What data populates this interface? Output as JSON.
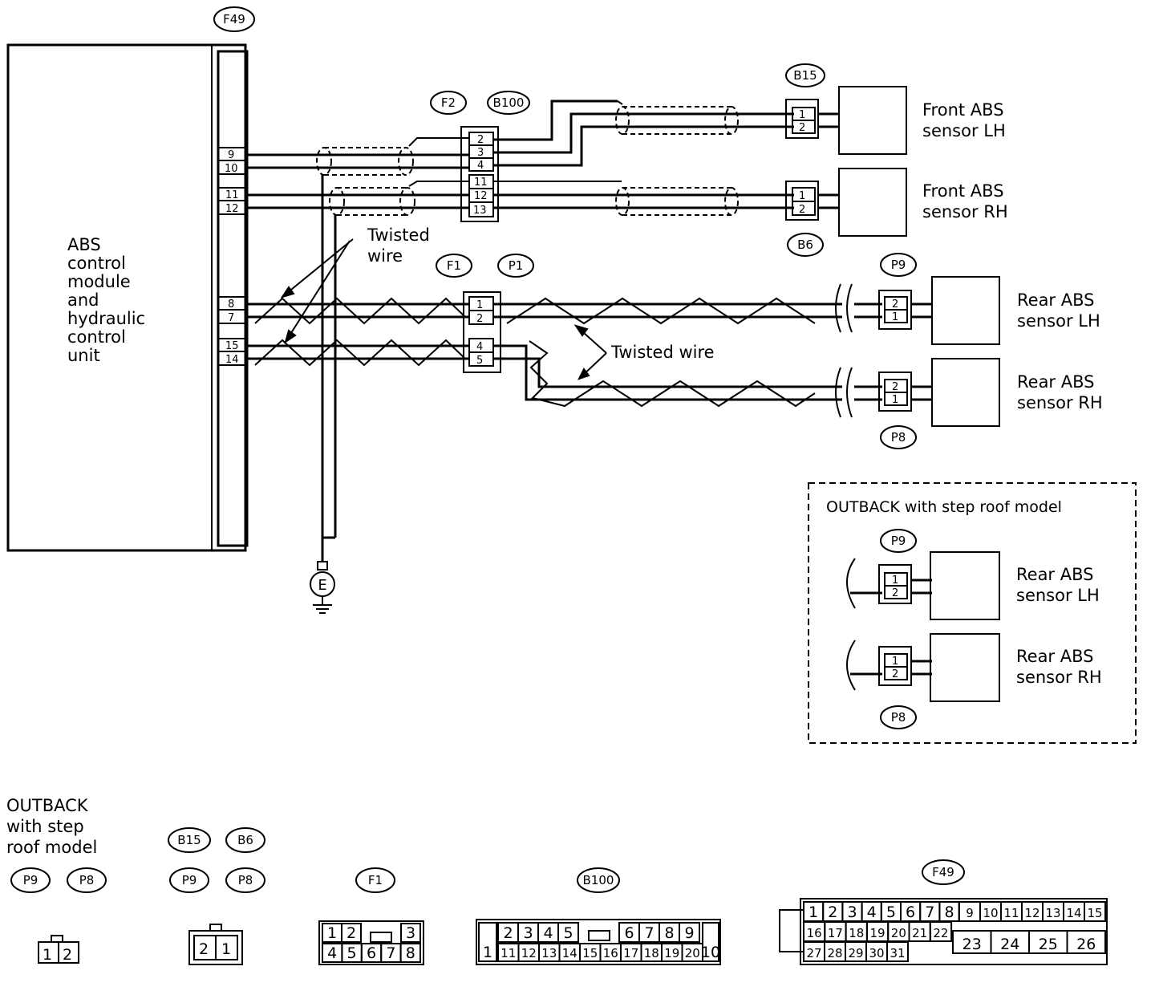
{
  "module": {
    "id": "F49",
    "label": [
      "ABS",
      "control",
      "module",
      "and",
      "hydraulic",
      "control",
      "unit"
    ],
    "pins": [
      "9",
      "10",
      "11",
      "12",
      "8",
      "7",
      "15",
      "14"
    ]
  },
  "ground": {
    "label": "E"
  },
  "annotations": {
    "twisted_left": [
      "Twisted",
      "wire"
    ],
    "twisted_right": "Twisted wire"
  },
  "connectors": {
    "f2": "F2",
    "b100": "B100",
    "b100_pins": [
      "2",
      "3",
      "4",
      "11",
      "12",
      "13"
    ],
    "f1": "F1",
    "p1": "P1",
    "p1_pins": [
      "1",
      "2",
      "4",
      "5"
    ],
    "b15": "B15",
    "b15_pins": [
      "1",
      "2"
    ],
    "b6": "B6",
    "b6_pins": [
      "1",
      "2"
    ],
    "p9": "P9",
    "p9_pins": [
      "2",
      "1"
    ],
    "p8": "P8",
    "p8_pins": [
      "2",
      "1"
    ]
  },
  "sensors": {
    "front_lh": [
      "Front ABS",
      "sensor LH"
    ],
    "front_rh": [
      "Front ABS",
      "sensor RH"
    ],
    "rear_lh": [
      "Rear ABS",
      "sensor LH"
    ],
    "rear_rh": [
      "Rear ABS",
      "sensor RH"
    ]
  },
  "outback_box": {
    "title": "OUTBACK with step roof model",
    "p9": "P9",
    "p9_pins": [
      "1",
      "2"
    ],
    "p8": "P8",
    "p8_pins": [
      "1",
      "2"
    ],
    "rear_lh": [
      "Rear ABS",
      "sensor LH"
    ],
    "rear_rh": [
      "Rear ABS",
      "sensor RH"
    ]
  },
  "connector_views": {
    "outback_label": [
      "OUTBACK",
      "with step",
      "roof model"
    ],
    "outback_tags": [
      "P9",
      "P8"
    ],
    "outback_pins": [
      "1",
      "2"
    ],
    "std_tags_top": [
      "B15",
      "B6"
    ],
    "std_tags_bottom": [
      "P9",
      "P8"
    ],
    "std_pins": [
      "2",
      "1"
    ],
    "f1_tag": "F1",
    "f1_pins_top": [
      "1",
      "2",
      "3"
    ],
    "f1_pins_bottom": [
      "4",
      "5",
      "6",
      "7",
      "8"
    ],
    "b100_tag": "B100",
    "b100_pins": [
      "1",
      "2",
      "3",
      "4",
      "5",
      "6",
      "7",
      "8",
      "9",
      "10",
      "11",
      "12",
      "13",
      "14",
      "15",
      "16",
      "17",
      "18",
      "19",
      "20"
    ],
    "f49_tag": "F49",
    "f49_row1": [
      "1",
      "2",
      "3",
      "4",
      "5",
      "6",
      "7",
      "8",
      "9",
      "10",
      "11",
      "12",
      "13",
      "14",
      "15"
    ],
    "f49_row2": [
      "16",
      "17",
      "18",
      "19",
      "20",
      "21",
      "22"
    ],
    "f49_row3": [
      "27",
      "28",
      "29",
      "30",
      "31"
    ],
    "f49_big": [
      "23",
      "24",
      "25",
      "26"
    ]
  }
}
